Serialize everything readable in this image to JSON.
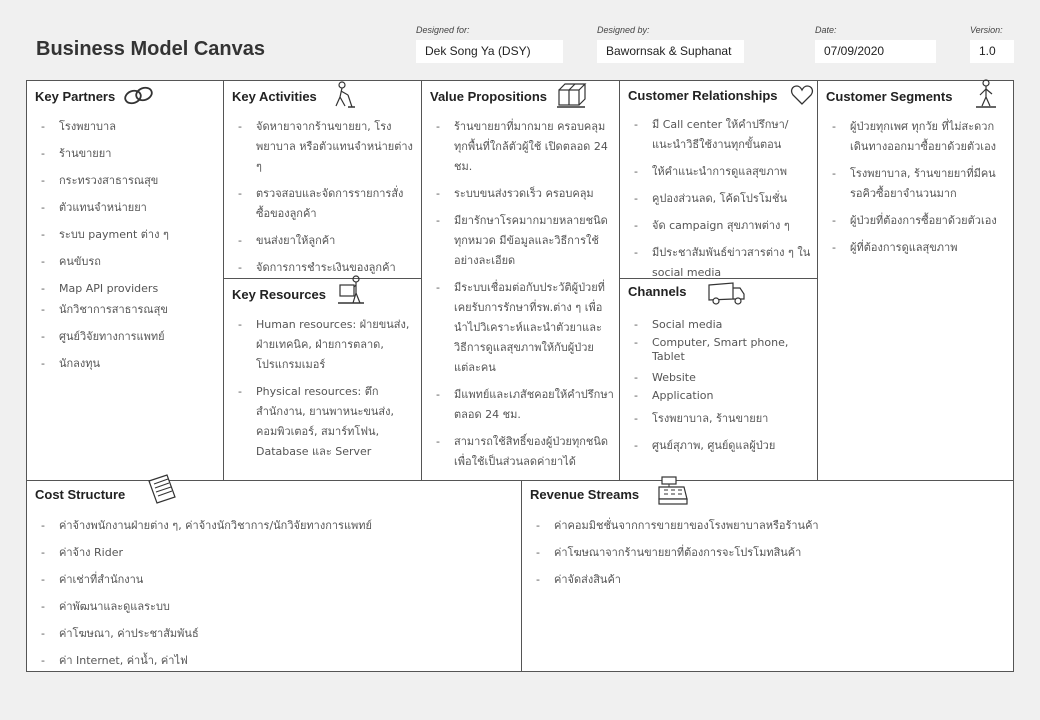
{
  "header": {
    "title": "Business Model Canvas",
    "designed_for_label": "Designed for:",
    "designed_for": "Dek Song Ya (DSY)",
    "designed_by_label": "Designed by:",
    "designed_by": "Bawornsak & Suphanat",
    "date_label": "Date:",
    "date": "07/09/2020",
    "version_label": "Version:",
    "version": "1.0"
  },
  "key_partners": {
    "title": "Key Partners",
    "icon": "chain-links-icon",
    "items": [
      "โรงพยาบาล",
      "ร้านขายยา",
      "กระทรวงสาธารณสุข",
      "ตัวแทนจำหน่ายยา",
      "ระบบ payment ต่าง ๆ",
      "คนขับรถ",
      " Map API providers",
      "นักวิชาการสาธารณสุข",
      "ศูนย์วิจัยทางการแพทย์",
      "นักลงทุน"
    ]
  },
  "key_activities": {
    "title": "Key Activities",
    "icon": "worker-sweeping-icon",
    "items": [
      "จัดหายาจากร้านขายยา, โรงพยาบาล หรือตัวแทนจำหน่ายต่าง ๆ",
      "ตรวจสอบและจัดการรายการสั่งซื้อของลูกค้า",
      "ขนส่งยาให้ลูกค้า",
      "จัดการการชำระเงินของลูกค้า"
    ]
  },
  "key_resources": {
    "title": "Key Resources",
    "icon": "worker-lifting-box-icon",
    "items": [
      "Human resources: ฝ่ายขนส่ง, ฝ่ายเทคนิค, ฝ่ายการตลาด, โปรแกรมเมอร์",
      "Physical resources: ตึกสำนักงาน, ยานพาหนะขนส่ง, คอมพิวเตอร์, สมาร์ทโฟน, Database และ Server"
    ]
  },
  "value_propositions": {
    "title": "Value Propositions",
    "icon": "gift-box-icon",
    "items": [
      "ร้านขายยาที่มากมาย ครอบคลุมทุกพื้นที่ใกล้ตัวผู้ใช้ เปิดตลอด 24 ชม.",
      "ระบบขนส่งรวดเร็ว ครอบคลุม",
      "มียารักษาโรคมากมายหลายชนิด ทุกหมวด มีข้อมูลและวิธีการใช้อย่างละเอียด",
      "มีระบบเชื่อมต่อกับประวัติผู้ป่วยที่เคยรับการรักษาที่รพ.ต่าง ๆ เพื่อนำไปวิเคราะห์และนำตัวยาและวิธีการดูแลสุขภาพให้กับผู้ป่วยแต่ละคน",
      "มีแพทย์และเภสัชคอยให้คำปรึกษาตลอด 24 ชม.",
      "สามารถใช้สิทธิ์ของผู้ป่วยทุกชนิดเพื่อใช้เป็นส่วนลดค่ายาได้"
    ]
  },
  "customer_relationships": {
    "title": "Customer Relationships",
    "icon": "heart-icon",
    "items": [
      "มี Call center ให้คำปรึกษา/แนะนำวิธีใช้งานทุกขั้นตอน",
      "ให้คำแนะนำการดูแลสุขภาพ",
      "คูปองส่วนลด, โค้ดโปรโมชั่น",
      "จัด campaign สุขภาพต่าง ๆ",
      "มีประชาสัมพันธ์ข่าวสารต่าง ๆ ใน social media"
    ]
  },
  "channels": {
    "title": "Channels",
    "icon": "delivery-truck-icon",
    "items": [
      "Social media",
      "Computer, Smart phone, Tablet",
      "Website",
      "Application",
      "โรงพยาบาล, ร้านขายยา",
      "ศูนย์สุภาพ, ศูนย์ดูแลผู้ป่วย"
    ]
  },
  "customer_segments": {
    "title": "Customer  Segments",
    "icon": "standing-person-icon",
    "items": [
      "ผู้ป่วยทุกเพศ ทุกวัย ที่ไม่สะดวกเดินทางออกมาซื้อยาด้วยตัวเอง",
      "โรงพยาบาล, ร้านขายยาที่มีคนรอคิวซื้อยาจำนวนมาก",
      "ผู้ป่วยที่ต้องการซื้อยาด้วยตัวเอง",
      "ผู้ที่ต้องการดูแลสุขภาพ"
    ]
  },
  "cost_structure": {
    "title": "Cost  Structure",
    "icon": "document-list-icon",
    "items": [
      "ค่าจ้างพนักงานฝ่ายต่าง ๆ, ค่าจ้างนักวิชาการ/นักวิจัยทางการแพทย์",
      "ค่าจ้าง Rider",
      "ค่าเช่าที่สำนักงาน",
      "ค่าพัฒนาและดูแลระบบ",
      "ค่าโฆษณา, ค่าประชาสัมพันธ์",
      "ค่า Internet, ค่าน้ำ, ค่าไฟ"
    ]
  },
  "revenue_streams": {
    "title": "Revenue Streams",
    "icon": "cash-register-icon",
    "items": [
      "ค่าคอมมิชชั่นจากการขายยาของโรงพยาบาลหรือร้านค้า",
      "ค่าโฆษณาจากร้านขายยาที่ต้องการจะโปรโมทสินค้า",
      "ค่าจัดส่งสินค้า"
    ]
  }
}
